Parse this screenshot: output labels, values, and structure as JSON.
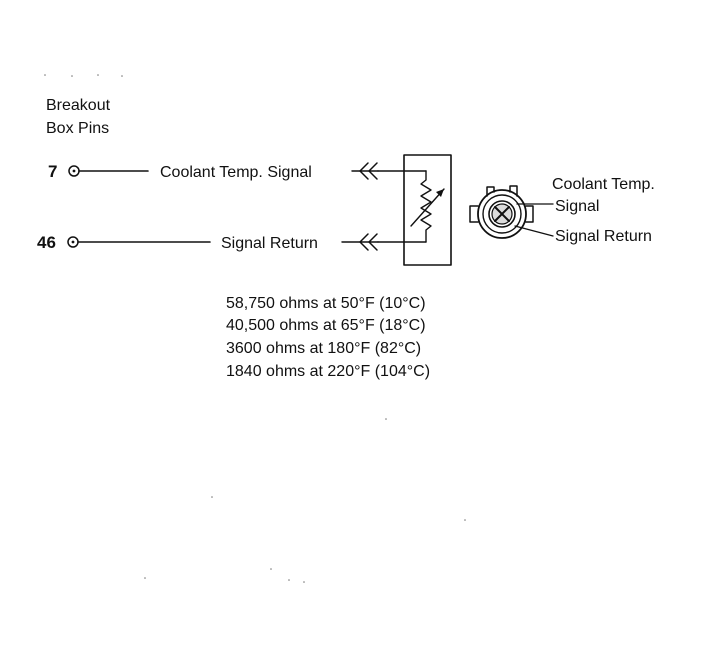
{
  "header": {
    "line1": "Breakout",
    "line2": "Box Pins"
  },
  "pins": [
    {
      "number": "7",
      "signal": "Coolant Temp. Signal"
    },
    {
      "number": "46",
      "signal": "Signal Return"
    }
  ],
  "sensor": {
    "label_signal_line1": "Coolant Temp.",
    "label_signal_line2": "Signal",
    "label_return": "Signal Return"
  },
  "specs": [
    "58,750 ohms at 50°F (10°C)",
    "40,500 ohms at 65°F (18°C)",
    "3600 ohms at 180°F (82°C)",
    "1840 ohms at 220°F (104°C)"
  ]
}
